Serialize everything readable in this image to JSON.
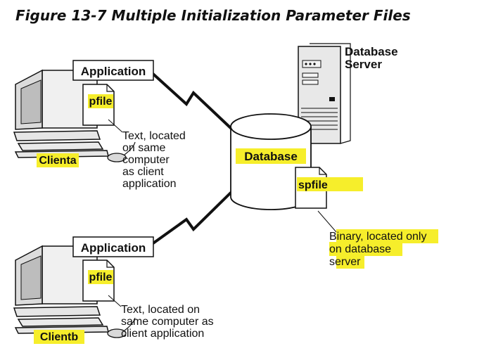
{
  "figure_title": "Figure 13-7 Multiple Initialization Parameter Files",
  "client_a": {
    "app_label": "Application",
    "file_label": "pfile",
    "computer_label": "Clienta",
    "note_lines": [
      "Text, located",
      "on same",
      "computer",
      "as client",
      "application"
    ]
  },
  "client_b": {
    "app_label": "Application",
    "file_label": "pfile",
    "computer_label": "Clientb",
    "note_lines": [
      "Text, located on",
      "same computer as",
      "client application"
    ]
  },
  "server": {
    "label_lines": [
      "Database",
      "Server"
    ],
    "database_label": "Database",
    "file_label": "spfile",
    "note_lines": [
      "Binary, located only",
      "on database",
      "server"
    ]
  },
  "colors": {
    "highlight": "#f6ee2b",
    "line": "#111111",
    "computer_fill": "#e6e6e6"
  },
  "icons": [
    "client-computer-icon",
    "mouse-icon",
    "server-tower-icon",
    "database-cylinder-icon",
    "document-icon",
    "lightning-link-icon"
  ]
}
